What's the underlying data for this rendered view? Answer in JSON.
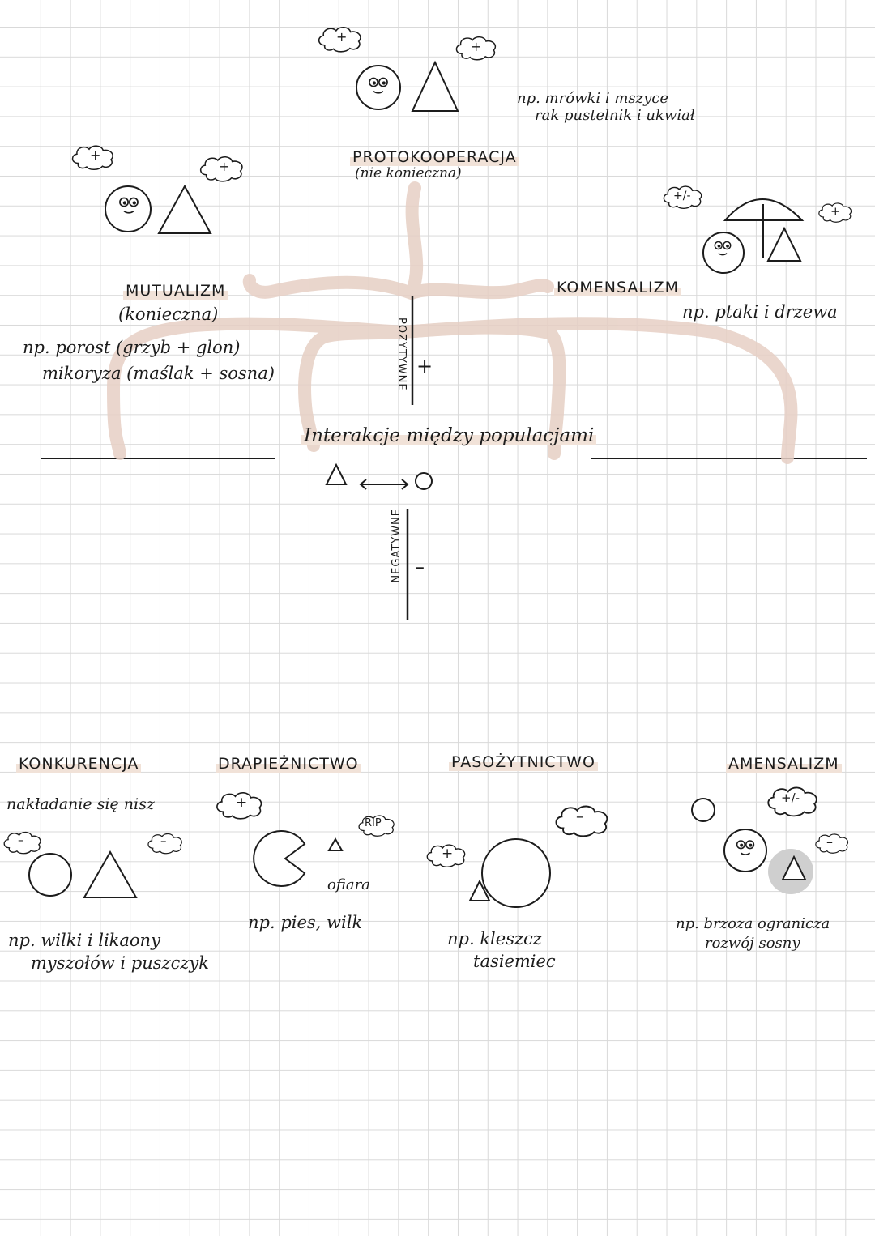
{
  "center": {
    "title": "Interakcje między populacjami",
    "positive_label": "POZYTYWNE",
    "positive_sign": "+",
    "negative_label": "NEGATYWNE",
    "negative_sign": "–"
  },
  "protokooperacja": {
    "title": "PROTOKOOPERACJA",
    "subtitle": "(nie konieczna)",
    "example_1": "np. mrówki i mszyce",
    "example_2": "rak pustelnik i ukwiał",
    "bubble_circle": "+",
    "bubble_triangle": "+"
  },
  "mutualizm": {
    "title": "MUTUALIZM",
    "subtitle": "(konieczna)",
    "example_1": "np. porost (grzyb + glon)",
    "example_2": "mikoryza (maślak + sosna)",
    "bubble_circle": "+",
    "bubble_triangle": "+"
  },
  "komensalizm": {
    "title": "KOMENSALIZM",
    "example": "np. ptaki i drzewa",
    "bubble_circle": "+/-",
    "bubble_triangle": "+"
  },
  "konkurencja": {
    "title": "KONKURENCJA",
    "description": "nakładanie się nisz",
    "example_1": "np. wilki i likaony",
    "example_2": "myszołów i puszczyk",
    "bubble_circle": "–",
    "bubble_triangle": "–"
  },
  "drapieznictwo": {
    "title": "DRAPIEŻNICTWO",
    "bubble_predator": "+",
    "bubble_prey": "RIP",
    "prey_label": "ofiara",
    "example": "np. pies, wilk"
  },
  "pasozytnictwo": {
    "title": "PASOŻYTNICTWO",
    "bubble_parasite": "+",
    "bubble_host": "–",
    "example_1": "np. kleszcz",
    "example_2": "tasiemiec"
  },
  "amensalizm": {
    "title": "AMENSALIZM",
    "bubble_circle": "+/-",
    "bubble_triangle": "–",
    "example_1": "np. brzoza ogranicza",
    "example_2": "rozwój sosny"
  },
  "colors": {
    "highlight": "#f1e2d8",
    "branch": "#e6cfc4",
    "ink": "#1c1c1c",
    "grid": "#d9d9d9"
  }
}
